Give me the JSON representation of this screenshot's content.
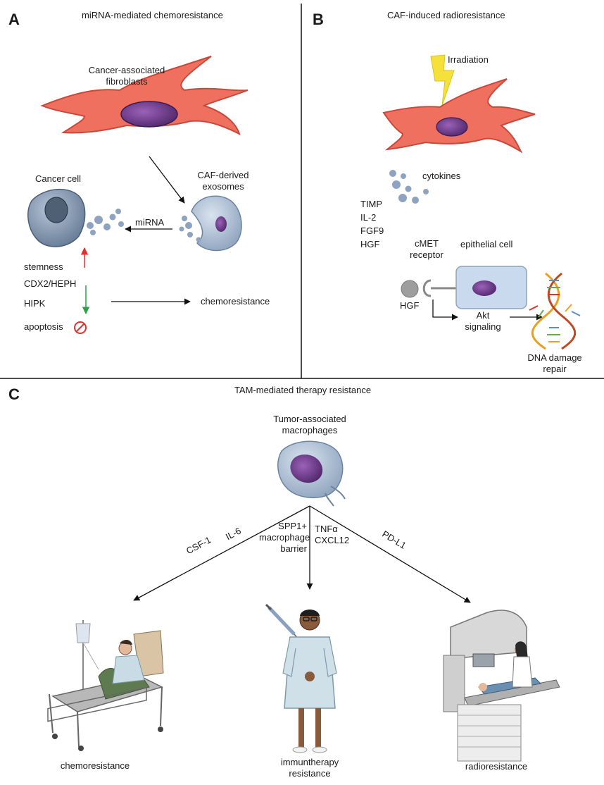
{
  "panels": {
    "a": {
      "letter": "A",
      "title": "miRNA-mediated chemoresistance",
      "fibroblast_label": [
        "Cancer-associated",
        "fibroblasts"
      ],
      "exosome_label": [
        "CAF-derived",
        "exosomes"
      ],
      "cancer_cell_label": "Cancer cell",
      "mirna_label": "miRNA",
      "effects": [
        "stemness",
        "CDX2/HEPH",
        "HIPK",
        "apoptosis"
      ],
      "outcome": "chemoresistance"
    },
    "b": {
      "letter": "B",
      "title": "CAF-induced radioresistance",
      "irradiation_label": "Irradiation",
      "cytokines_label": "cytokines",
      "cytokine_list": [
        "TIMP",
        "IL-2",
        "FGF9",
        "HGF"
      ],
      "receptor_label": [
        "cMET",
        "receptor"
      ],
      "epithelial_label": "epithelial cell",
      "hgf_label": "HGF",
      "akt_label": [
        "Akt",
        "signaling"
      ],
      "dna_label": [
        "DNA damage",
        "repair"
      ]
    },
    "c": {
      "letter": "C",
      "title": "TAM-mediated therapy resistance",
      "tam_label": [
        "Tumor-associated",
        "macrophages"
      ],
      "left_branch": [
        "CSF-1",
        "IL-6"
      ],
      "mid_branch_left": [
        "SPP1+",
        "macrophage",
        "barrier"
      ],
      "mid_branch_right": [
        "TNFα",
        "CXCL12"
      ],
      "right_branch": "PD-L1",
      "outcomes": {
        "left": "chemoresistance",
        "middle": [
          "immuntherapy",
          "resistance"
        ],
        "right": "radioresistance"
      }
    }
  },
  "colors": {
    "fibroblast": "#f07060",
    "nucleus": "#6b3a8c",
    "cancer_cell": "#7f95b0",
    "epithelial": "#c9d9ee",
    "arrow_up": "#e03030",
    "arrow_down": "#2e9e4a",
    "bolt": "#f5e13a"
  }
}
